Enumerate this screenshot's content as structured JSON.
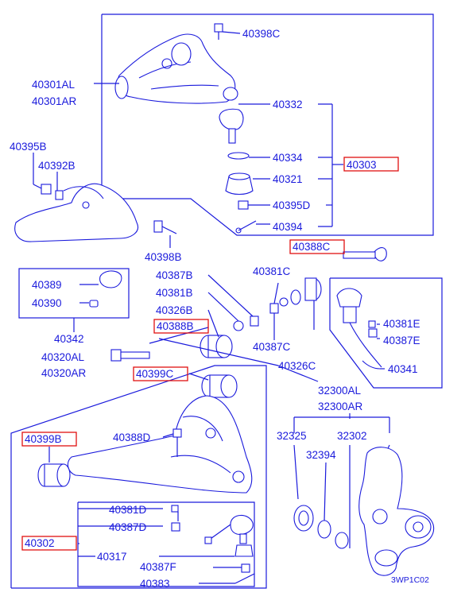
{
  "diagram": {
    "colors": {
      "ink": "#1a1adc",
      "highlight": "#e01010",
      "background": "#ffffff"
    },
    "labels": {
      "p40398C": "40398C",
      "p40301AL": "40301AL",
      "p40301AR": "40301AR",
      "p40332": "40332",
      "p40303": "40303",
      "p40334": "40334",
      "p40321": "40321",
      "p40395D": "40395D",
      "p40394": "40394",
      "p40395B": "40395B",
      "p40392B": "40392B",
      "p40398B": "40398B",
      "p40388C": "40388C",
      "p40389": "40389",
      "p40390": "40390",
      "p40387B": "40387B",
      "p40381B": "40381B",
      "p40326B": "40326B",
      "p40388B": "40388B",
      "p40381C": "40381C",
      "p40387C": "40387C",
      "p40381E": "40381E",
      "p40387E": "40387E",
      "p40342": "40342",
      "p40320AL": "40320AL",
      "p40320AR": "40320AR",
      "p40399C": "40399C",
      "p40326C": "40326C",
      "p40341": "40341",
      "p32300AL": "32300AL",
      "p32300AR": "32300AR",
      "p40399B": "40399B",
      "p40388D": "40388D",
      "p32325": "32325",
      "p32302": "32302",
      "p32394": "32394",
      "p40381D": "40381D",
      "p40387D": "40387D",
      "p40302": "40302",
      "p40317": "40317",
      "p40387F": "40387F",
      "p40383": "40383"
    },
    "diagram_code": "3WP1C02"
  }
}
